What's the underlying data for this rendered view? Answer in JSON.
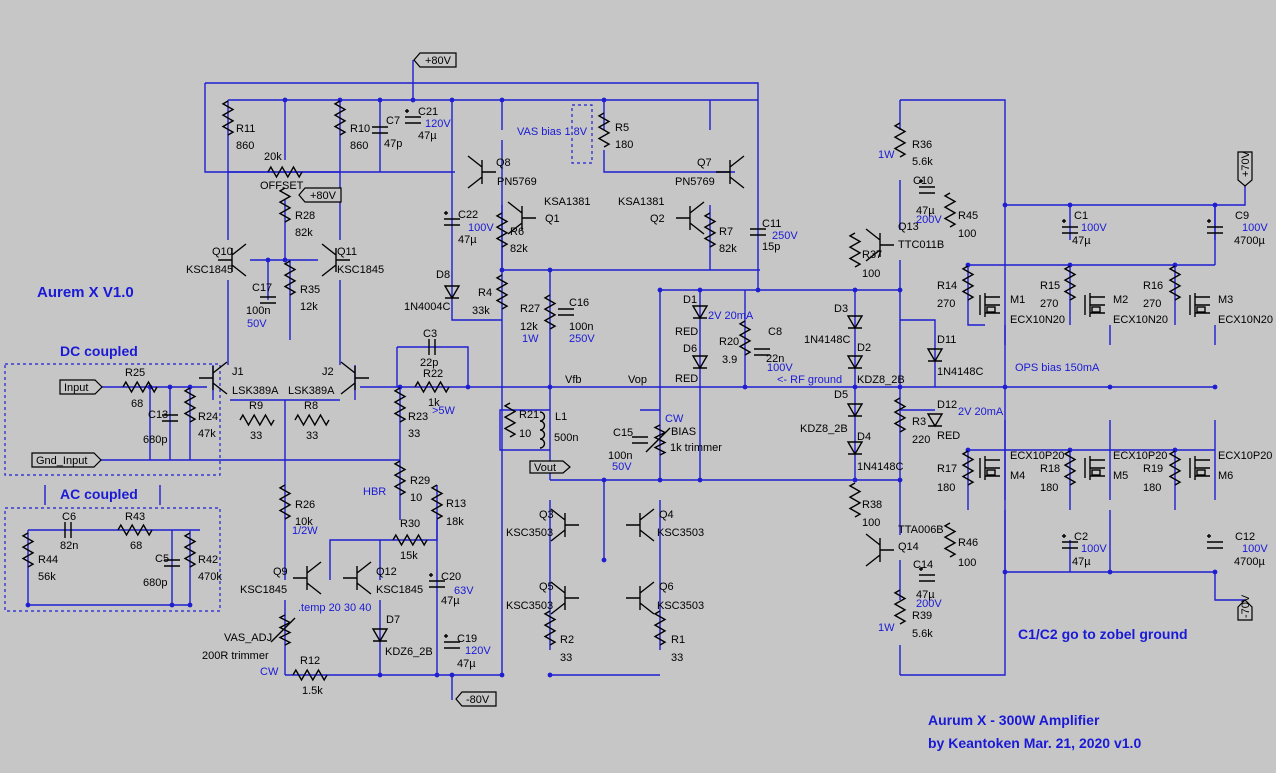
{
  "title_block": {
    "version_label": "Aurem X V1.0",
    "footer_title": "Aurum X - 300W Amplifier",
    "footer_author": "by Keantoken Mar. 21, 2020  v1.0"
  },
  "notes": {
    "dc_coupled": "DC coupled",
    "ac_coupled": "AC coupled",
    "vas_bias": "VAS bias 1.8V",
    "ops_bias": "OPS bias 150mA",
    "rf_ground": "<- RF ground",
    "zobel": "C1/C2 go to zobel ground",
    "temp": ".temp 20 30 40"
  },
  "ports": {
    "input": "Input",
    "gnd_input": "Gnd_Input",
    "vout": "Vout",
    "p80_top": "+80V",
    "p80_mid": "+80V",
    "m80": "-80V",
    "p70": "+70V",
    "m70": "-70V"
  },
  "net_labels": {
    "vfb": "Vfb",
    "vop": "Vop"
  },
  "components": [
    {
      "name": "R11",
      "value": "860"
    },
    {
      "name": "R10",
      "value": "860"
    },
    {
      "name": "C7",
      "value": "47p"
    },
    {
      "name": "C21",
      "value": "47µ",
      "rating": "120V"
    },
    {
      "name": "OFFSET",
      "value": "20k"
    },
    {
      "name": "R28",
      "value": "82k"
    },
    {
      "name": "Q10",
      "value": "KSC1845"
    },
    {
      "name": "Q11",
      "value": "KSC1845"
    },
    {
      "name": "C17",
      "value": "100n",
      "rating": "50V"
    },
    {
      "name": "R35",
      "value": "12k"
    },
    {
      "name": "J1",
      "value": "LSK389A"
    },
    {
      "name": "J2",
      "value": "LSK389A"
    },
    {
      "name": "R25",
      "value": "68"
    },
    {
      "name": "C13",
      "value": "680p"
    },
    {
      "name": "R24",
      "value": "47k"
    },
    {
      "name": "R9",
      "value": "33"
    },
    {
      "name": "R8",
      "value": "33"
    },
    {
      "name": "C3",
      "value": "22p"
    },
    {
      "name": "R22",
      "value": "1k",
      "rating": ">5W"
    },
    {
      "name": "R23",
      "value": "33"
    },
    {
      "name": "R29",
      "value": "10",
      "note": "HBR"
    },
    {
      "name": "R13",
      "value": "18k"
    },
    {
      "name": "R30",
      "value": "15k"
    },
    {
      "name": "R26",
      "value": "10k",
      "rating": "1/2W"
    },
    {
      "name": "Q9",
      "value": "KSC1845"
    },
    {
      "name": "Q12",
      "value": "KSC1845"
    },
    {
      "name": "C20",
      "value": "47µ",
      "rating": "63V"
    },
    {
      "name": "D7",
      "value": "KDZ6_2B"
    },
    {
      "name": "C19",
      "value": "47µ",
      "rating": "120V"
    },
    {
      "name": "VAS_ADJ",
      "value": "200R trimmer",
      "note": "CW"
    },
    {
      "name": "R12",
      "value": "1.5k"
    },
    {
      "name": "C6",
      "value": "82n"
    },
    {
      "name": "R43",
      "value": "68"
    },
    {
      "name": "R44",
      "value": "56k"
    },
    {
      "name": "C5",
      "value": "680p"
    },
    {
      "name": "R42",
      "value": "470k"
    },
    {
      "name": "Q8",
      "value": "PN5769"
    },
    {
      "name": "Q7",
      "value": "PN5769"
    },
    {
      "name": "Q1",
      "value": "KSA1381"
    },
    {
      "name": "Q2",
      "value": "KSA1381"
    },
    {
      "name": "R5",
      "value": "180"
    },
    {
      "name": "C22",
      "value": "47µ",
      "rating": "100V"
    },
    {
      "name": "R6",
      "value": "82k"
    },
    {
      "name": "R7",
      "value": "82k"
    },
    {
      "name": "C11",
      "value": "15p",
      "rating": "250V"
    },
    {
      "name": "D8",
      "value": "1N4004C"
    },
    {
      "name": "R4",
      "value": "33k"
    },
    {
      "name": "R27",
      "value": "12k",
      "rating": "1W"
    },
    {
      "name": "C16",
      "value": "100n",
      "rating": "250V"
    },
    {
      "name": "R21",
      "value": "10"
    },
    {
      "name": "L1",
      "value": "500n"
    },
    {
      "name": "C15",
      "value": "100n",
      "rating": "50V"
    },
    {
      "name": "BIAS",
      "value": "1k trimmer",
      "note": "CW"
    },
    {
      "name": "Q3",
      "value": "KSC3503"
    },
    {
      "name": "Q4",
      "value": "KSC3503"
    },
    {
      "name": "Q5",
      "value": "KSC3503"
    },
    {
      "name": "Q6",
      "value": "KSC3503"
    },
    {
      "name": "R2",
      "value": "33"
    },
    {
      "name": "R1",
      "value": "33"
    },
    {
      "name": "D1",
      "value": "RED",
      "note": "2V 20mA"
    },
    {
      "name": "D6",
      "value": "RED"
    },
    {
      "name": "R20",
      "value": "3.9"
    },
    {
      "name": "C8",
      "value": "22n",
      "rating": "100V"
    },
    {
      "name": "R36",
      "value": "5.6k",
      "rating": "1W"
    },
    {
      "name": "C10",
      "value": "47µ",
      "rating": "200V"
    },
    {
      "name": "R45",
      "value": "100"
    },
    {
      "name": "Q13",
      "value": "TTC011B"
    },
    {
      "name": "R37",
      "value": "100"
    },
    {
      "name": "D3",
      "value": "1N4148C"
    },
    {
      "name": "D2",
      "value": "KDZ8_2B"
    },
    {
      "name": "D5",
      "value": "KDZ8_2B"
    },
    {
      "name": "D4",
      "value": "1N4148C"
    },
    {
      "name": "D11",
      "value": "1N4148C"
    },
    {
      "name": "D12",
      "value": "RED",
      "note": "2V 20mA"
    },
    {
      "name": "R3",
      "value": "220"
    },
    {
      "name": "R38",
      "value": "100"
    },
    {
      "name": "Q14",
      "value": "TTA006B"
    },
    {
      "name": "R46",
      "value": "100"
    },
    {
      "name": "C14",
      "value": "47µ",
      "rating": "200V"
    },
    {
      "name": "R39",
      "value": "5.6k",
      "rating": "1W"
    },
    {
      "name": "C1",
      "value": "47µ",
      "rating": "100V"
    },
    {
      "name": "C9",
      "value": "4700µ",
      "rating": "100V"
    },
    {
      "name": "C2",
      "value": "47µ",
      "rating": "100V"
    },
    {
      "name": "C12",
      "value": "4700µ",
      "rating": "100V"
    },
    {
      "name": "R14",
      "value": "270"
    },
    {
      "name": "R15",
      "value": "270"
    },
    {
      "name": "R16",
      "value": "270"
    },
    {
      "name": "M1",
      "value": "ECX10N20"
    },
    {
      "name": "M2",
      "value": "ECX10N20"
    },
    {
      "name": "M3",
      "value": "ECX10N20"
    },
    {
      "name": "R17",
      "value": "180"
    },
    {
      "name": "R18",
      "value": "180"
    },
    {
      "name": "R19",
      "value": "180"
    },
    {
      "name": "M4",
      "value": "ECX10P20"
    },
    {
      "name": "M5",
      "value": "ECX10P20"
    },
    {
      "name": "M6",
      "value": "ECX10P20"
    }
  ]
}
